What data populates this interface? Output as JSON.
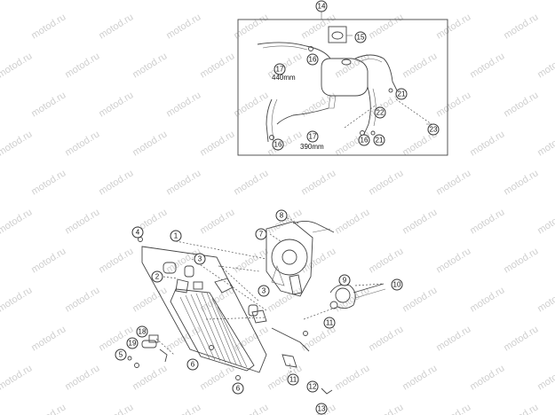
{
  "watermark": "motod.ru",
  "lengths": {
    "hose_17_upper": "440mm",
    "hose_17_lower": "390mm"
  },
  "callouts": {
    "c1": "1",
    "c2": "2",
    "c3a": "3",
    "c3b": "3",
    "c4": "4",
    "c5": "5",
    "c6a": "6",
    "c6b": "6",
    "c7": "7",
    "c8": "8",
    "c9": "9",
    "c10": "10",
    "c11a": "11",
    "c11b": "11",
    "c12": "12",
    "c13": "13",
    "c14": "14",
    "c15": "15",
    "c16a": "16",
    "c16b": "16",
    "c16c": "16",
    "c17a": "17",
    "c17b": "17",
    "c18": "18",
    "c19": "19",
    "c21a": "21",
    "c21b": "21",
    "c22": "22",
    "c23": "23"
  }
}
